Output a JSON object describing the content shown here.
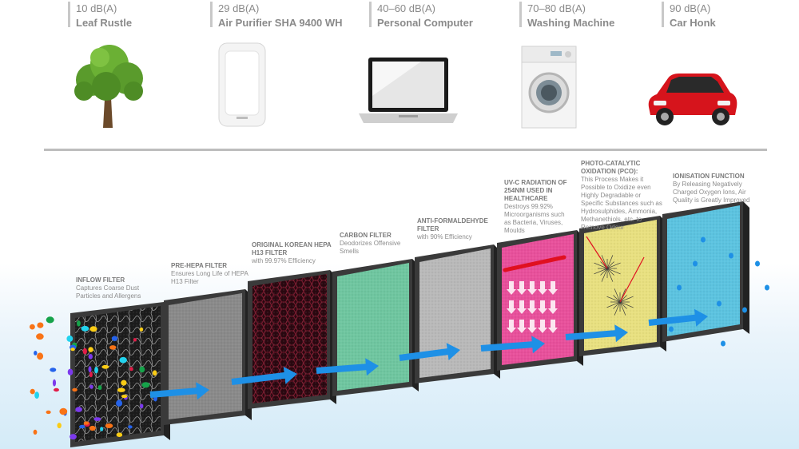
{
  "noise_levels": [
    {
      "db": "10 dB(A)",
      "name": "Leaf Rustle",
      "icon": "tree-icon"
    },
    {
      "db": "29 dB(A)",
      "name": "Air Purifier SHA 9400 WH",
      "icon": "air-purifier-icon"
    },
    {
      "db": "40–60 dB(A)",
      "name": "Personal Computer",
      "icon": "laptop-icon"
    },
    {
      "db": "70–80 dB(A)",
      "name": "Washing Machine",
      "icon": "washing-machine-icon"
    },
    {
      "db": "90 dB(A)",
      "name": "Car Honk",
      "icon": "car-icon"
    }
  ],
  "filters": [
    {
      "title": "INFLOW FILTER",
      "desc": "Captures Coarse Dust Particles and Allergens",
      "color": "#1e1e1e"
    },
    {
      "title": "PRE-HEPA FILTER",
      "desc": "Ensures Long Life of HEPA H13 Filter",
      "color": "#8a8a8a"
    },
    {
      "title": "ORIGINAL KOREAN HEPA H13 FILTER",
      "desc": "with 99.97% Efficiency",
      "color": "#5a0f1e"
    },
    {
      "title": "CARBON FILTER",
      "desc": "Deodorizes Offensive Smells",
      "color": "#6fc6a0"
    },
    {
      "title": "ANTI-FORMALDEHYDE FILTER",
      "desc": "with 90% Efficiency",
      "color": "#b9b9b9"
    },
    {
      "title": "UV-C RADIATION OF 254NM USED IN HEALTHCARE",
      "desc": "Destroys 99.92% Microorganisms such as Bacteria, Viruses, Moulds",
      "color": "#e8509b"
    },
    {
      "title": "PHOTO-CATALYTIC OXIDATION (PCO):",
      "desc": "This Process Makes it Possible to Oxidize even Highly Degradable or Specific Substances such as Hydrosulphides, Ammonia, Methanethiols, etc. to Remove Odour",
      "color": "#e8e080"
    },
    {
      "title": "IONISATION FUNCTION",
      "desc": "By Releasing Negatively Charged Oxygen Ions, Air Quality is Greatly Improved",
      "color": "#5cc3e0"
    }
  ],
  "colors": {
    "arrow": "#1e90e6",
    "frame": "#3a3a3a",
    "divider": "#bdbdbd"
  }
}
